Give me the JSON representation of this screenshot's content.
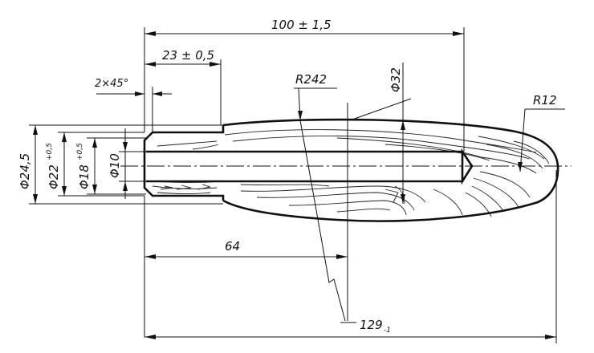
{
  "drawing": {
    "dimensions": {
      "overall_top": "100 ± 1,5",
      "ferrule_length": "23 ± 0,5",
      "chamfer": "2×45°",
      "profile_radius": "R242",
      "max_diameter": "Φ32",
      "end_radius": "R12",
      "outer_diameter": "Φ24,5",
      "ferrule_diameter_main": "Φ22",
      "ferrule_diameter_tol": "+0,5",
      "bore_outer_main": "Φ18",
      "bore_outer_tol": "+0,5",
      "bore_diameter": "Φ10",
      "max_position": "64",
      "total_main": "129",
      "total_sub": "-1"
    }
  }
}
